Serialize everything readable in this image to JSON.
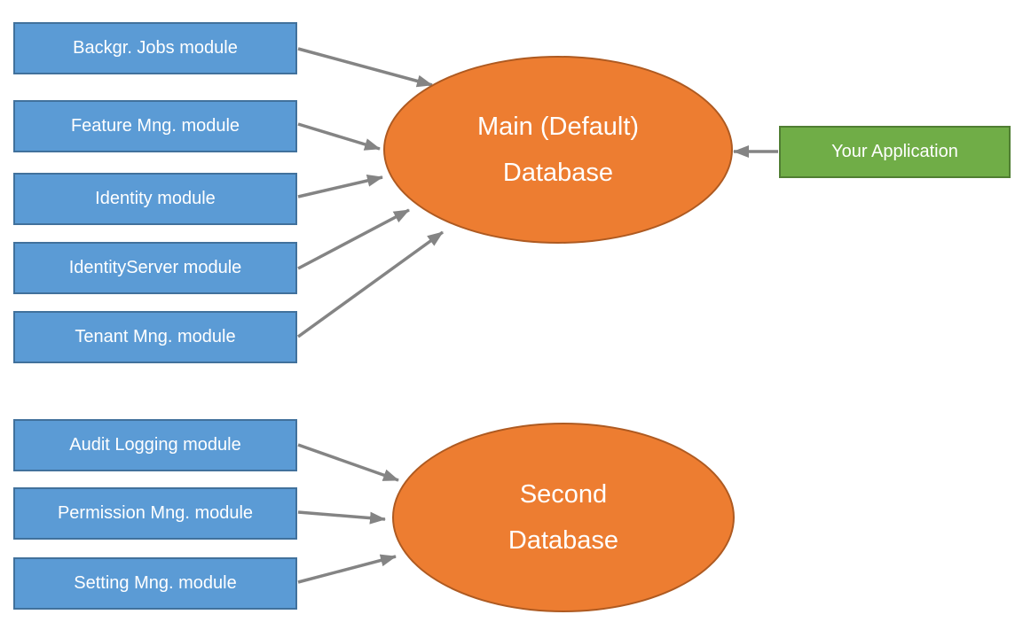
{
  "colors": {
    "moduleFill": "#5B9BD5",
    "moduleBorder": "#41719C",
    "databaseFill": "#ED7D31",
    "databaseBorder": "#AE5A21",
    "applicationFill": "#70AD47",
    "applicationBorder": "#507E32",
    "arrow": "#848484",
    "text": "#FFFFFF"
  },
  "modules_main_db": [
    {
      "label": "Backgr. Jobs module"
    },
    {
      "label": "Feature Mng. module"
    },
    {
      "label": "Identity module"
    },
    {
      "label": "IdentityServer module"
    },
    {
      "label": "Tenant Mng. module"
    }
  ],
  "modules_second_db": [
    {
      "label": "Audit Logging module"
    },
    {
      "label": "Permission Mng. module"
    },
    {
      "label": "Setting Mng. module"
    }
  ],
  "databases": [
    {
      "name": "Main (Default) Database",
      "lines": [
        "Main (Default)",
        "Database"
      ]
    },
    {
      "name": "Second Database",
      "lines": [
        "Second",
        "Database"
      ]
    }
  ],
  "application": {
    "label": "Your Application"
  },
  "connections": [
    {
      "from": "Backgr. Jobs module",
      "to": "Main (Default) Database"
    },
    {
      "from": "Feature Mng. module",
      "to": "Main (Default) Database"
    },
    {
      "from": "Identity module",
      "to": "Main (Default) Database"
    },
    {
      "from": "IdentityServer module",
      "to": "Main (Default) Database"
    },
    {
      "from": "Tenant Mng. module",
      "to": "Main (Default) Database"
    },
    {
      "from": "Your Application",
      "to": "Main (Default) Database"
    },
    {
      "from": "Audit Logging module",
      "to": "Second Database"
    },
    {
      "from": "Permission Mng. module",
      "to": "Second Database"
    },
    {
      "from": "Setting Mng. module",
      "to": "Second Database"
    }
  ]
}
